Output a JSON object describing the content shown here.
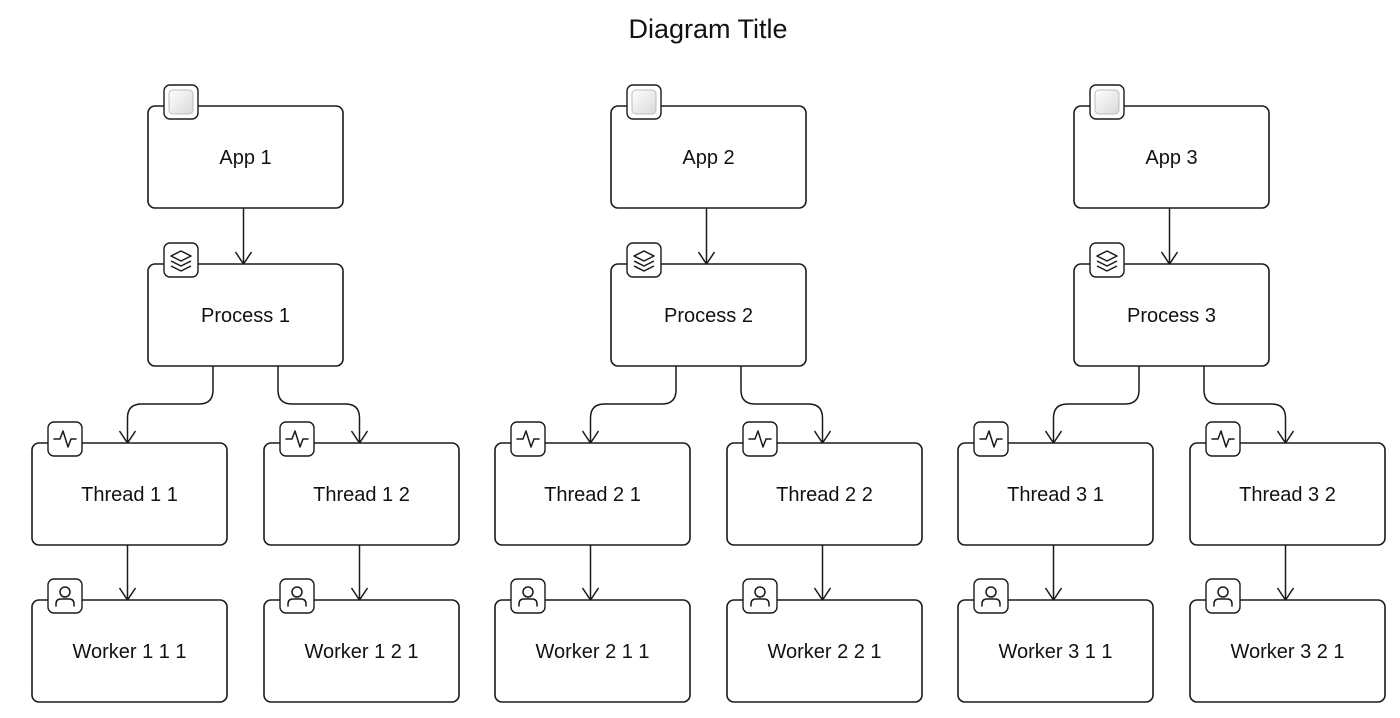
{
  "title": "Diagram Title",
  "colors": {
    "stroke": "#1a1a1a",
    "fill": "#ffffff",
    "text": "#111111"
  },
  "apps": [
    {
      "label": "App 1",
      "process": "Process 1",
      "threads": [
        {
          "label": "Thread 1 1",
          "worker": "Worker 1 1 1"
        },
        {
          "label": "Thread 1 2",
          "worker": "Worker 1 2 1"
        }
      ]
    },
    {
      "label": "App 2",
      "process": "Process 2",
      "threads": [
        {
          "label": "Thread 2 1",
          "worker": "Worker 2 1 1"
        },
        {
          "label": "Thread 2 2",
          "worker": "Worker 2 2 1"
        }
      ]
    },
    {
      "label": "App 3",
      "process": "Process 3",
      "threads": [
        {
          "label": "Thread 3 1",
          "worker": "Worker 3 1 1"
        },
        {
          "label": "Thread 3 2",
          "worker": "Worker 3 2 1"
        }
      ]
    }
  ],
  "icons": {
    "app": "app-window-icon",
    "process": "layers-icon",
    "thread": "activity-icon",
    "worker": "user-icon"
  }
}
